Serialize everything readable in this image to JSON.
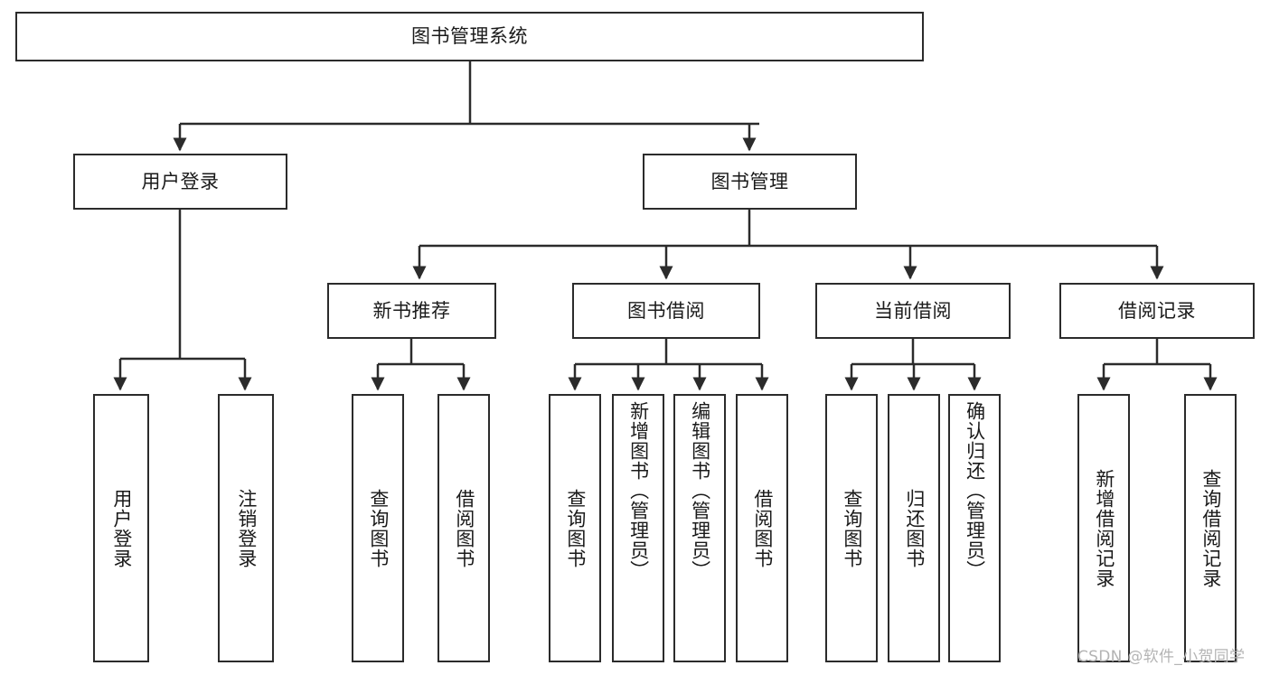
{
  "diagram": {
    "type": "tree",
    "title": "图书管理系统",
    "root": {
      "label": "图书管理系统"
    },
    "level1": [
      {
        "label": "用户登录"
      },
      {
        "label": "图书管理"
      }
    ],
    "level2": [
      {
        "label": "新书推荐",
        "parent": "图书管理"
      },
      {
        "label": "图书借阅",
        "parent": "图书管理"
      },
      {
        "label": "当前借阅",
        "parent": "图书管理"
      },
      {
        "label": "借阅记录",
        "parent": "图书管理"
      }
    ],
    "leaves": [
      {
        "label": "用户登录",
        "parent": "用户登录"
      },
      {
        "label": "注销登录",
        "parent": "用户登录"
      },
      {
        "label": "查询图书",
        "parent": "新书推荐"
      },
      {
        "label": "借阅图书",
        "parent": "新书推荐"
      },
      {
        "label": "查询图书",
        "parent": "图书借阅"
      },
      {
        "label": "新增图书（管理员）",
        "parent": "图书借阅"
      },
      {
        "label": "编辑图书（管理员）",
        "parent": "图书借阅"
      },
      {
        "label": "借阅图书",
        "parent": "图书借阅"
      },
      {
        "label": "查询图书",
        "parent": "当前借阅"
      },
      {
        "label": "归还图书",
        "parent": "当前借阅"
      },
      {
        "label": "确认归还（管理员）",
        "parent": "当前借阅"
      },
      {
        "label": "新增借阅记录",
        "parent": "借阅记录"
      },
      {
        "label": "查询借阅记录",
        "parent": "借阅记录"
      }
    ]
  },
  "watermark": {
    "text": "CSDN @软件_小贺同学"
  },
  "colors": {
    "stroke": "#2b2b2b",
    "background": "#ffffff",
    "text": "#1a1a1a",
    "watermark": "#b4b4b4"
  }
}
